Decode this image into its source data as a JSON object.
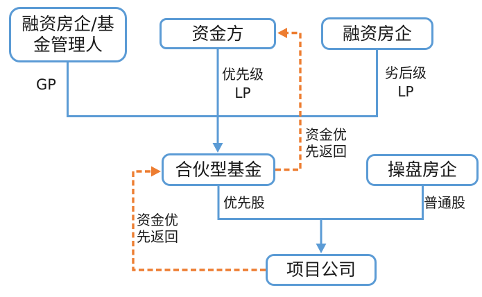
{
  "diagram": {
    "colors": {
      "node_border": "#5B9BD5",
      "solid_connector": "#5B9BD5",
      "dashed_connector": "#ED7D31",
      "label_text": "#1a1a1a",
      "node_background": "#FFFFFF"
    },
    "nodes": {
      "financing_developer_fund_manager": {
        "label": "融资房企/基\n金管理人"
      },
      "capital_provider": {
        "label": "资金方"
      },
      "financing_developer": {
        "label": "融资房企"
      },
      "partnership_fund": {
        "label": "合伙型基金"
      },
      "operating_developer": {
        "label": "操盘房企"
      },
      "project_company": {
        "label": "项目公司"
      }
    },
    "edge_labels": {
      "gp": "GP",
      "senior_lp": "优先级\nLP",
      "junior_lp": "劣后级\nLP",
      "capital_priority_return_right": "资金优\n先返回",
      "capital_priority_return_left": "资金优\n先返回",
      "preferred_stock": "优先股",
      "common_stock": "普通股"
    }
  }
}
